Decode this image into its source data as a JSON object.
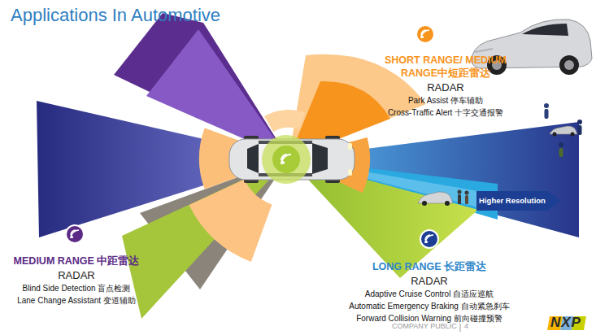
{
  "diagram": {
    "title": "Applications In Automotive",
    "nodes": [
      {
        "text": [
          "SHORT RANGE/ MEDIUM RANGE中短距雷达",
          "RADAR",
          "Park Assist 停车辅助",
          "Cross-Traffic Alert 十字交通报警"
        ]
      },
      {
        "text": [
          "Higher Resolution"
        ]
      },
      {
        "text": [
          "MEDIUM RANGE 中距雷达",
          "RADAR",
          "Blind Side Detection 盲点检测",
          "Lane Change Assistant 变道辅助"
        ]
      },
      {
        "text": [
          "LONG RANGE 长距雷达",
          "RADAR",
          "Adaptive Cruise Control 自适应巡航",
          "Automatic Emergency Braking 自动紧急刹车",
          "Forward Collision Warning 前向碰撞预警"
        ]
      }
    ],
    "labels": [
      "COMPANY PUBLIC",
      "4",
      "NXP"
    ]
  }
}
